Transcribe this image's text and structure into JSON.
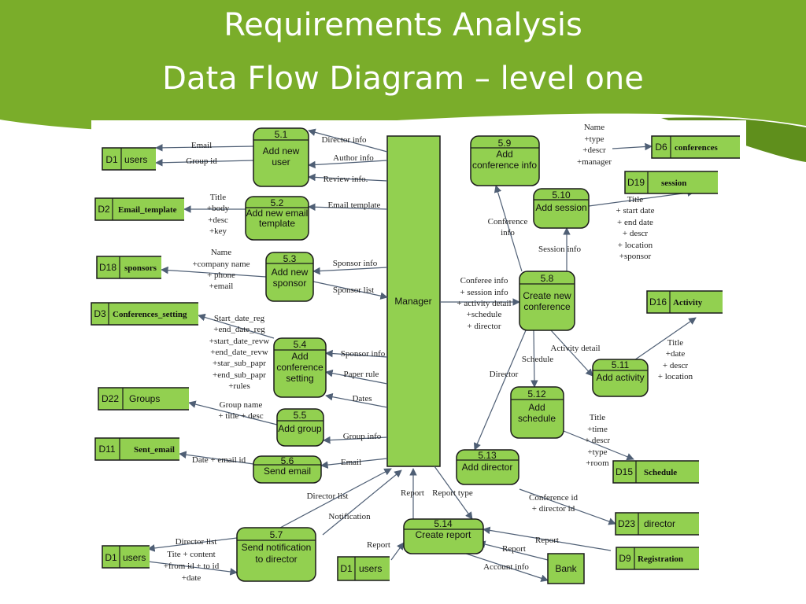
{
  "slide": {
    "title_line1": "Requirements Analysis",
    "title_line2": "Data Flow Diagram – level one",
    "colors": {
      "banner": "#7aad2a",
      "banner_dark": "#5f8f1c",
      "box_fill": "#92d050",
      "stroke": "#1a1a1a",
      "arrow": "#4f5f75"
    }
  },
  "manager": {
    "label": "Manager"
  },
  "processes": [
    {
      "id": "5.1",
      "name": [
        "Add new",
        "user"
      ]
    },
    {
      "id": "5.2",
      "name": [
        "Add new email",
        "template"
      ]
    },
    {
      "id": "5.3",
      "name": [
        "Add new",
        "sponsor"
      ]
    },
    {
      "id": "5.4",
      "name": [
        "Add",
        "conference",
        "setting"
      ]
    },
    {
      "id": "5.5",
      "name": [
        "Add group"
      ]
    },
    {
      "id": "5.6",
      "name": [
        "Send email"
      ]
    },
    {
      "id": "5.7",
      "name": [
        "Send notification",
        "to director"
      ]
    },
    {
      "id": "5.8",
      "name": [
        "Create new",
        "conference"
      ]
    },
    {
      "id": "5.9",
      "name": [
        "Add",
        "conference info"
      ]
    },
    {
      "id": "5.10",
      "name": [
        "Add session"
      ]
    },
    {
      "id": "5.11",
      "name": [
        "Add activity"
      ]
    },
    {
      "id": "5.12",
      "name": [
        "Add",
        "schedule"
      ]
    },
    {
      "id": "5.13",
      "name": [
        "Add director"
      ]
    },
    {
      "id": "5.14",
      "name": [
        "Create report"
      ]
    }
  ],
  "stores": [
    {
      "id": "D1",
      "name": "users"
    },
    {
      "id": "D2",
      "name": "Email_template"
    },
    {
      "id": "D18",
      "name": "sponsors"
    },
    {
      "id": "D3",
      "name": "Conferences_setting"
    },
    {
      "id": "D22",
      "name": "Groups"
    },
    {
      "id": "D11",
      "name": "Sent_email"
    },
    {
      "id": "D1",
      "name": "users"
    },
    {
      "id": "D1",
      "name": "users"
    },
    {
      "id": "D6",
      "name": "conferences"
    },
    {
      "id": "D19",
      "name": "session"
    },
    {
      "id": "D16",
      "name": "Activity"
    },
    {
      "id": "D15",
      "name": "Schedule"
    },
    {
      "id": "D23",
      "name": "director"
    },
    {
      "id": "D9",
      "name": "Registration"
    }
  ],
  "external": {
    "bank": "Bank"
  },
  "flow_labels": {
    "email": "Email",
    "group_id": "Group id",
    "director_info": "Director info",
    "author_info": "Author info",
    "review_info": "Review info.",
    "email_template": "Email template",
    "template_attrs": [
      "Title",
      "+body",
      "+desc",
      "+key"
    ],
    "sponsor_attrs": [
      "Name",
      "+company name",
      "+ phone",
      "+email"
    ],
    "sponsor_info": "Sponsor info",
    "sponsor_list": "Sponsor list",
    "settings_attrs": [
      "Start_date_reg",
      "+end_date_reg",
      "+start_date_revw",
      "+end_date_revw",
      "+star_sub_papr",
      "+end_sub_papr",
      "+rules"
    ],
    "sponsor_info_2": "Sponsor info",
    "paper_rule": "Paper rule",
    "dates": "Dates",
    "group_attrs": [
      "Group name",
      "+ title + desc"
    ],
    "group_info": "Group info",
    "date_email_id": "Date + email id",
    "email_2": "Email",
    "director_list": "Director list",
    "notification": "Notification",
    "director_list_2": "Director list",
    "notif_attrs": [
      "Tite + content",
      "+from id + to id",
      "+date"
    ],
    "report": "Report",
    "report_2": "Report",
    "report_type": "Report type",
    "conf_attrs": [
      "Name",
      "+type",
      "+descr",
      "+manager"
    ],
    "conference_info": [
      "Conference",
      "info"
    ],
    "session_info": "Session info",
    "session_attrs": [
      "Title",
      "+ start date",
      "+ end date",
      "+ descr",
      "+ location",
      "+sponsor"
    ],
    "manager_to_58": [
      "Conferee info",
      "+ session info",
      "+ activity detail",
      "+schedule",
      "+ director"
    ],
    "activity_detail": "Activity detail",
    "schedule": "Schedule",
    "director": "Director",
    "activity_attrs": [
      "Title",
      "+date",
      "+ descr",
      "+ location"
    ],
    "schedule_attrs": [
      "Title",
      "+time",
      "+ descr",
      "+type",
      "+room"
    ],
    "director_attrs": [
      "Conference id",
      "+ director id"
    ],
    "report_3": "Report",
    "report_4": "Report",
    "account_info": "Account info"
  }
}
